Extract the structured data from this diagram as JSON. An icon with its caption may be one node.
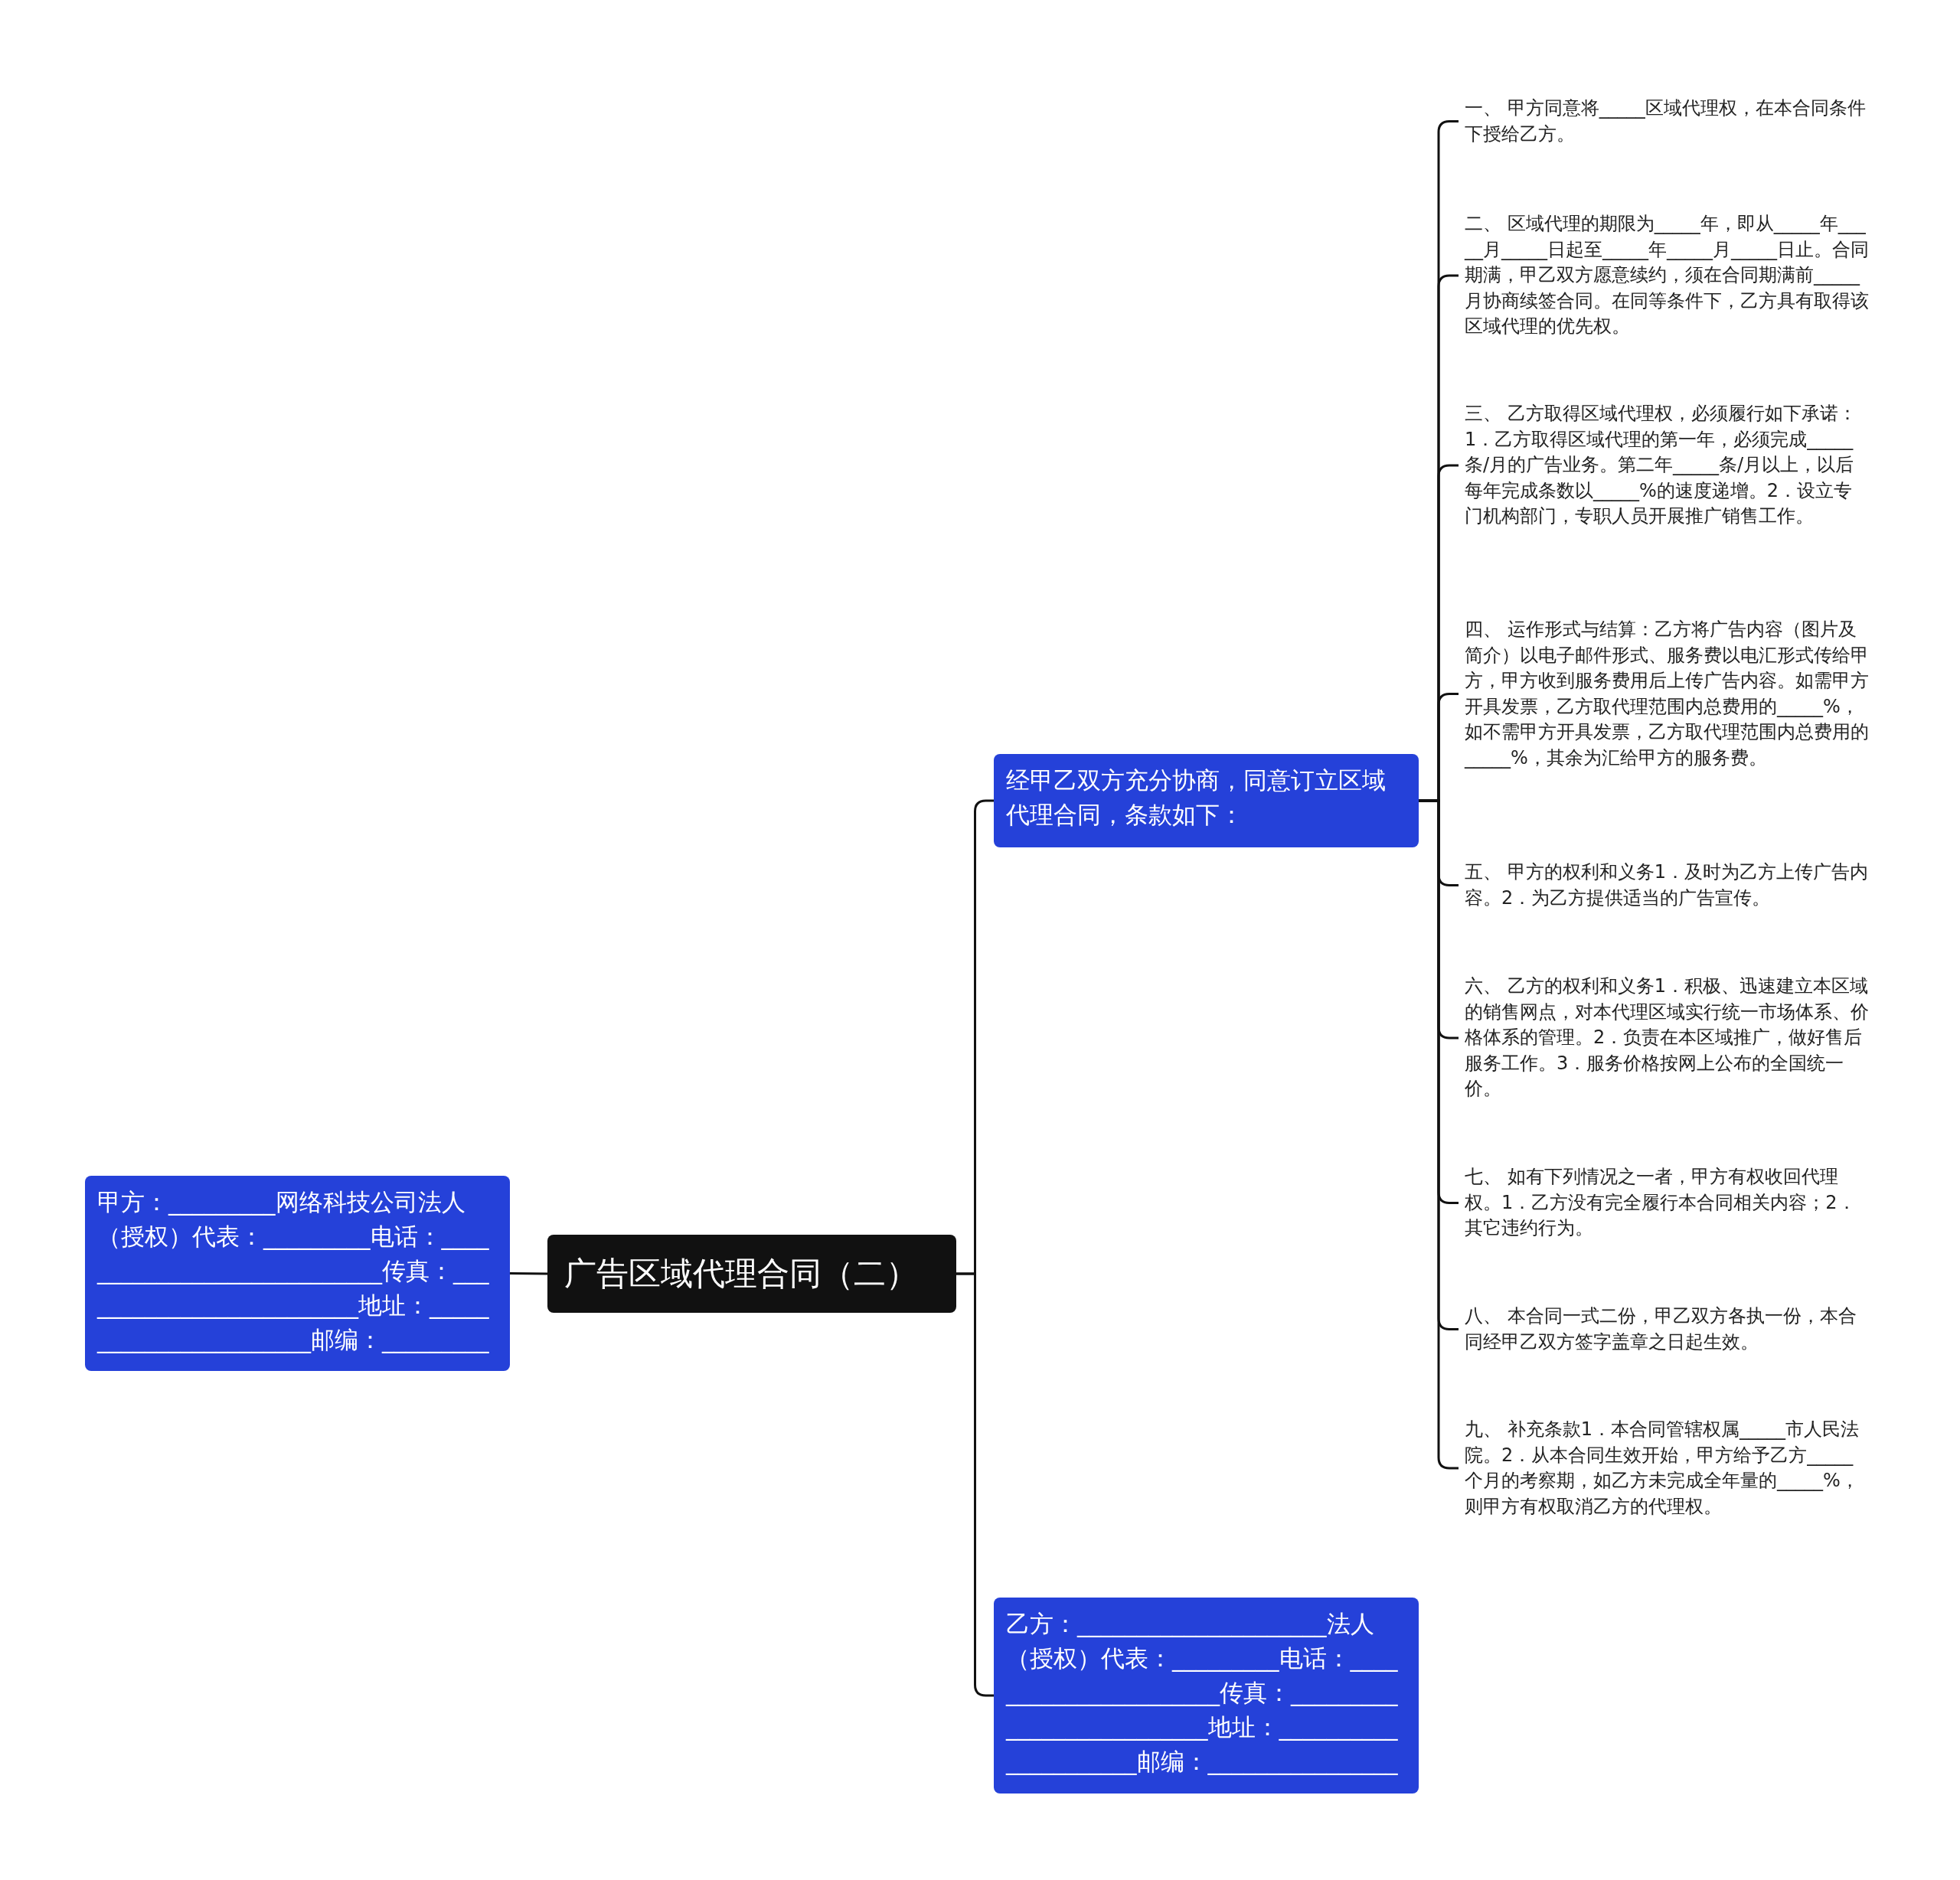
{
  "diagram": {
    "nodes": [
      {
        "text": [
          "广告区域代理合同（二）"
        ]
      },
      {
        "text": [
          "甲方：_________网络科技公司法人（授权）代表：_________电话：____________________________传真：_________________________地址：_______________________邮编：_____________________"
        ]
      },
      {
        "text": [
          "经甲乙双方充分协商，同意订立区域代理合同，条款如下："
        ]
      },
      {
        "text": [
          "乙方：_____________________法人（授权）代表：_________电话：______________________传真：__________________________地址：_____________________邮编：_____________________"
        ]
      },
      {
        "text": [
          "一、 甲方同意将_____区域代理权，在本合同条件下授给乙方。"
        ]
      },
      {
        "text": [
          "二、 区域代理的期限为_____年，即从_____年_____月_____日起至_____年_____月_____日止。合同期满，甲乙双方愿意续约，须在合同期满前_____月协商续签合同。在同等条件下，乙方具有取得该区域代理的优先权。"
        ]
      },
      {
        "text": [
          "三、 乙方取得区域代理权，必须履行如下承诺：1．乙方取得区域代理的第一年，必须完成_____条/月的广告业务。第二年_____条/月以上，以后每年完成条数以_____%的速度递增。2．设立专门机构部门，专职人员开展推广销售工作。"
        ]
      },
      {
        "text": [
          "四、 运作形式与结算：乙方将广告内容（图片及简介）以电子邮件形式、服务费以电汇形式传给甲方，甲方收到服务费用后上传广告内容。如需甲方开具发票，乙方取代理范围内总费用的_____%，如不需甲方开具发票，乙方取代理范围内总费用的_____%，其余为汇给甲方的服务费。"
        ]
      },
      {
        "text": [
          "五、 甲方的权利和义务1．及时为乙方上传广告内容。2．为乙方提供适当的广告宣传。"
        ]
      },
      {
        "text": [
          "六、 乙方的权利和义务1．积极、迅速建立本区域的销售网点，对本代理区域实行统一市场体系、价格体系的管理。2．负责在本区域推广，做好售后服务工作。3．服务价格按网上公布的全国统一价。"
        ]
      },
      {
        "text": [
          "七、 如有下列情况之一者，甲方有权收回代理权。1．乙方没有完全履行本合同相关内容；2．其它违约行为。"
        ]
      },
      {
        "text": [
          "八、 本合同一式二份，甲乙双方各执一份，本合同经甲乙双方签字盖章之日起生效。"
        ]
      },
      {
        "text": [
          "九、 补充条款1．本合同管辖权属_____市人民法院。2．从本合同生效开始，甲方给予乙方_____个月的考察期，如乙方未完成全年量的_____%，则甲方有权取消乙方的代理权。"
        ]
      }
    ],
    "edges": [
      {
        "from": 0,
        "to": 1,
        "arrow": "none"
      },
      {
        "from": 0,
        "to": 2,
        "arrow": "none"
      },
      {
        "from": 0,
        "to": 3,
        "arrow": "none"
      },
      {
        "from": 2,
        "to": 4,
        "arrow": "none"
      },
      {
        "from": 2,
        "to": 5,
        "arrow": "none"
      },
      {
        "from": 2,
        "to": 6,
        "arrow": "none"
      },
      {
        "from": 2,
        "to": 7,
        "arrow": "none"
      },
      {
        "from": 2,
        "to": 8,
        "arrow": "none"
      },
      {
        "from": 2,
        "to": 9,
        "arrow": "none"
      },
      {
        "from": 2,
        "to": 10,
        "arrow": "none"
      },
      {
        "from": 2,
        "to": 11,
        "arrow": "none"
      },
      {
        "from": 2,
        "to": 12,
        "arrow": "none"
      }
    ]
  }
}
